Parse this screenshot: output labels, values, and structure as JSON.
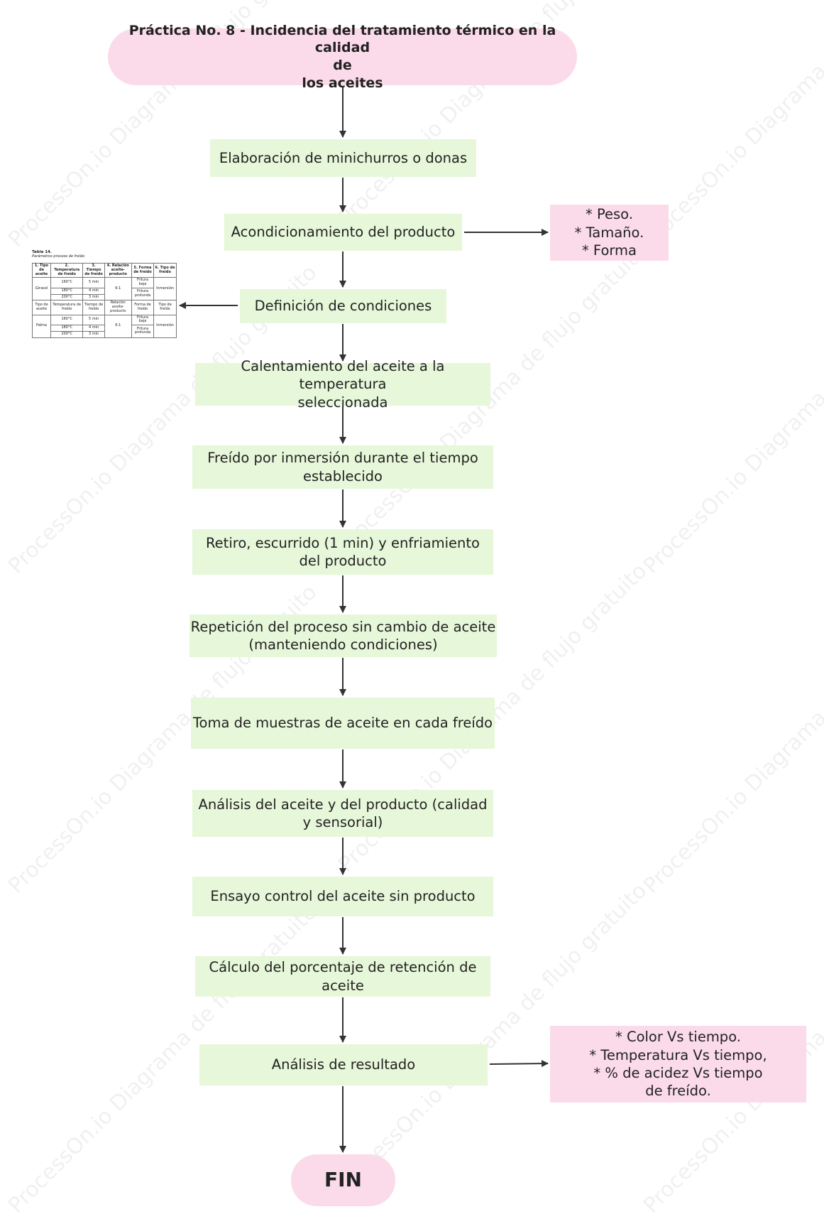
{
  "watermark": "ProcessOn.io Diagrama de flujo gratuito",
  "title": "Práctica No. 8 - Incidencia del tratamiento térmico en la calidad\nde\nlos aceites",
  "steps": [
    "Elaboración de minichurros o donas",
    "Acondicionamiento del producto",
    "Definición de condiciones",
    "Calentamiento del aceite a la temperatura\nseleccionada",
    "Freído por inmersión durante el tiempo\nestablecido",
    "Retiro, escurrido (1 min) y enfriamiento\ndel producto",
    "Repetición del proceso sin cambio de aceite\n(manteniendo condiciones)",
    "Toma de muestras de aceite en cada freído",
    "Análisis del aceite y del producto (calidad\ny sensorial)",
    "Ensayo control del aceite sin producto",
    "Cálculo del porcentaje de retención de\naceite",
    "Análisis de resultado"
  ],
  "notes": {
    "conditioning": "* Peso.\n* Tamaño.\n* Forma",
    "results": "* Color Vs tiempo.\n* Temperatura Vs tiempo,\n* % de acidez Vs tiempo\nde freído."
  },
  "end": "FIN",
  "table": {
    "caption": "Tabla 14.",
    "subcaption": "Parámetros proceso de freído",
    "headers": [
      "1. Tipo de aceite",
      "2. Temperatura de freído",
      "3. Tiempo de freído",
      "4. Relación aceite-producto",
      "5. Forma de freído",
      "6. Tipo de freído"
    ],
    "group1": {
      "oil": "Girasol",
      "temps": [
        "160°C",
        "180°C",
        "200°C"
      ],
      "times": [
        "5 min",
        "4 min",
        "3 min"
      ],
      "ratio": "6:1",
      "forms": [
        "Fritura baja",
        "Fritura profunda"
      ],
      "type": "Inmersión"
    },
    "midrow": [
      "Tipo de aceite",
      "Temperatura de freído",
      "Tiempo de freído",
      "Relación aceite-producto",
      "Forma de freído",
      "Tipo de freído"
    ],
    "group2": {
      "oil": "Palma",
      "temps": [
        "160°C",
        "180°C",
        "200°C"
      ],
      "times": [
        "5 min",
        "4 min",
        "3 min"
      ],
      "ratio": "6:1",
      "forms": [
        "Fritura baja",
        "Fritura profunda"
      ],
      "type": "Inmersión"
    }
  }
}
